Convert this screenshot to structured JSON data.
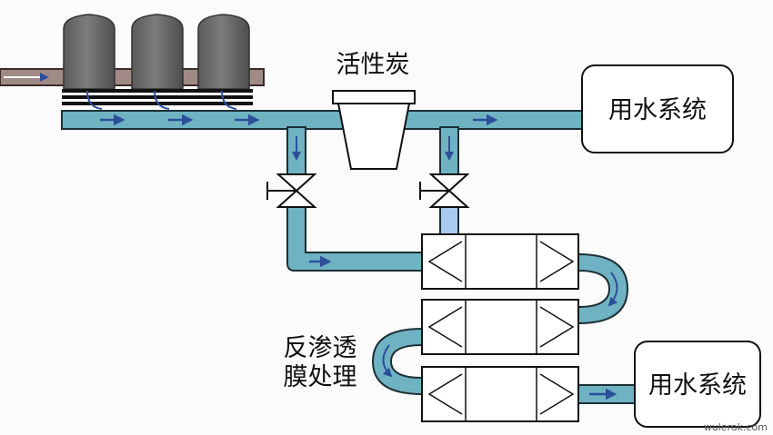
{
  "labels": {
    "activated_carbon": "活性炭",
    "water_system_top": "用水系统",
    "water_system_bottom": "用水系统",
    "ro_line1": "反渗透",
    "ro_line2": "膜处理"
  },
  "watermark": "wulerok.com",
  "colors": {
    "pipe": "#6fb3c2",
    "pipe_outline": "#1d2f36",
    "flow_arrow": "#2c4f9a",
    "tank": "#6b6b6b",
    "inlet_pipe": "#a08a86",
    "valve_stub": "#a9c9ee"
  },
  "icons": [
    "filter-tank-icon",
    "valve-icon",
    "membrane-module-icon",
    "carbon-filter-icon",
    "flow-arrow-icon"
  ]
}
